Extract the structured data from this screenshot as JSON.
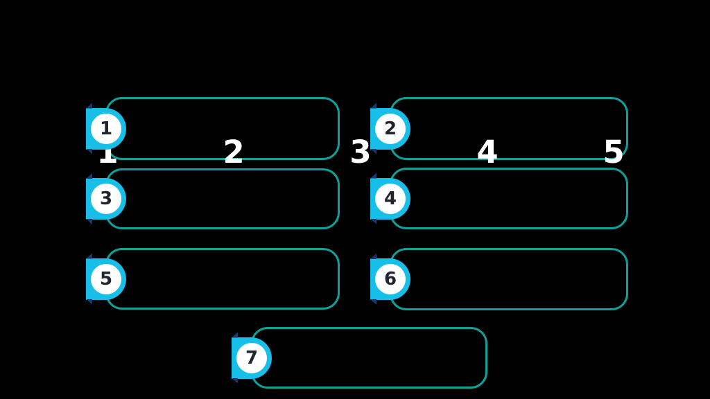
{
  "infographic": {
    "background_color": "#000000",
    "colors": {
      "box_border": "#0DA199",
      "badge_fill": "#16BEE8",
      "badge_circle_fill": "#FFFFFF",
      "badge_number_color": "#20252F",
      "ribbon_fold": "#1B3A6B",
      "watermark_color": "#FFFFFF"
    },
    "steps": [
      {
        "number": "1"
      },
      {
        "number": "2"
      },
      {
        "number": "3"
      },
      {
        "number": "4"
      },
      {
        "number": "5"
      },
      {
        "number": "6"
      },
      {
        "number": "7"
      }
    ],
    "watermark_digits": [
      "1",
      "2",
      "3",
      "4",
      "5"
    ]
  }
}
